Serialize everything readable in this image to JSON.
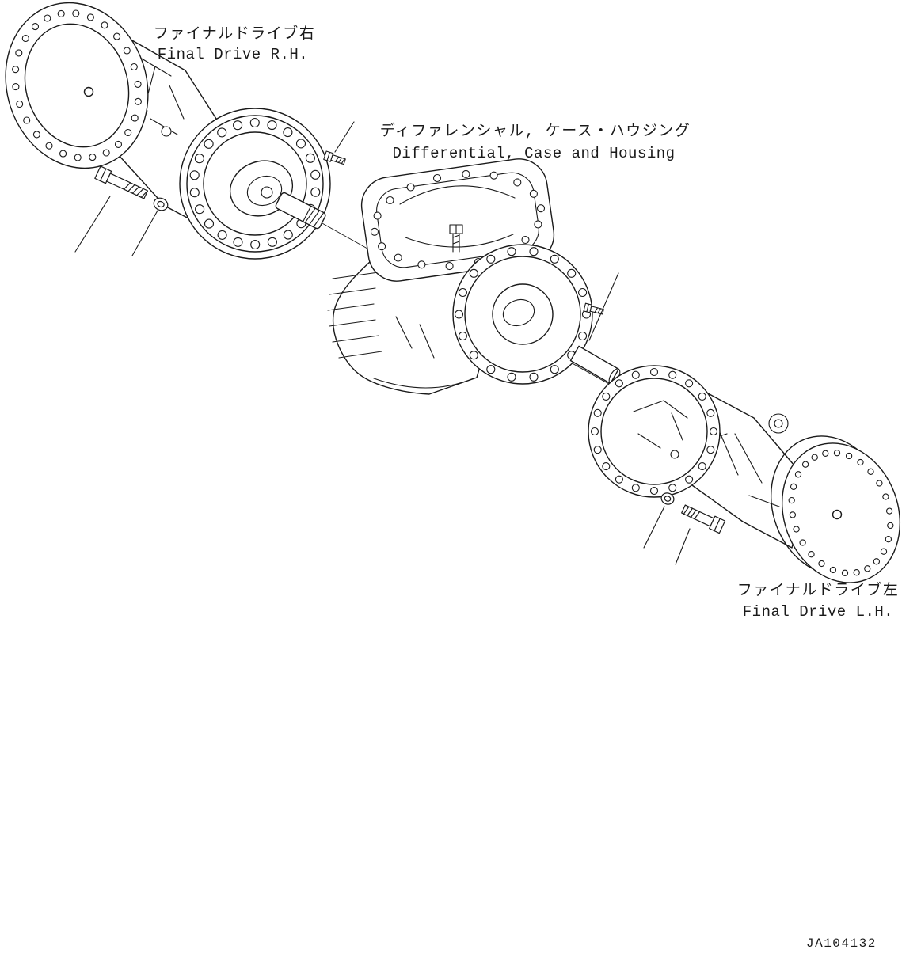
{
  "colors": {
    "background": "#ffffff",
    "line": "#1a1a1a"
  },
  "labels": {
    "final_drive_rh": {
      "jp": "ファイナルドライブ右",
      "en": "Final Drive R.H."
    },
    "differential": {
      "jp": "ディファレンシャル, ケース・ハウジング",
      "en": "Differential, Case and Housing"
    },
    "final_drive_lh": {
      "jp": "ファイナルドライブ左",
      "en": "Final Drive L.H."
    }
  },
  "drawing_number": "JA104132"
}
